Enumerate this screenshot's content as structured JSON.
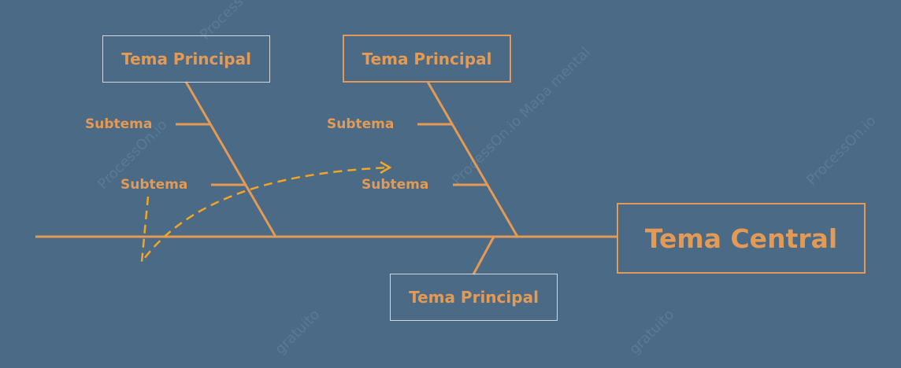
{
  "diagram": {
    "central_topic": "Tema Central",
    "main_topics": [
      {
        "label": "Tema Principal",
        "subtopics": [
          "Subtema",
          "Subtema"
        ]
      },
      {
        "label": "Tema Principal",
        "subtopics": [
          "Subtema",
          "Subtema"
        ]
      },
      {
        "label": "Tema Principal",
        "subtopics": []
      }
    ]
  },
  "watermark": {
    "brand": "ProcessOn.io",
    "text_a": "Mapa mental",
    "text_b": "gratuito"
  },
  "colors": {
    "background": "#4a6a86",
    "accent": "#e39a55",
    "dashed_arrow": "#f5a524",
    "light_border": "#d3d8de"
  }
}
